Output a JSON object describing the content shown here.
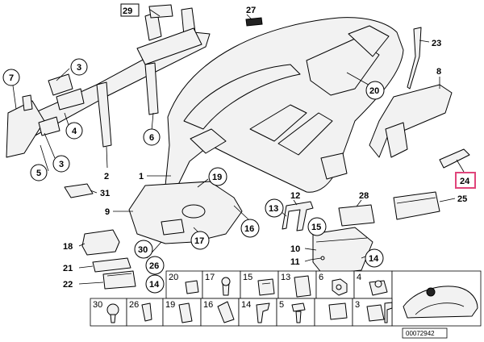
{
  "callouts": {
    "c29": "29",
    "c27": "27",
    "c23": "23",
    "c7": "7",
    "c3a": "3",
    "c4": "4",
    "c3b": "3",
    "c5": "5",
    "c2": "2",
    "c6": "6",
    "c20": "20",
    "c8": "8",
    "c24": "24",
    "c25": "25",
    "c1": "1",
    "c19": "19",
    "c31": "31",
    "c9": "9",
    "c16": "16",
    "c12": "12",
    "c13": "13",
    "c28": "28",
    "c15": "15",
    "c17": "17",
    "c18": "18",
    "c30": "30",
    "c10": "10",
    "c11": "11",
    "c14": "14",
    "c21": "21",
    "c26": "26",
    "c22": "22",
    "c14b": "14"
  },
  "grid": {
    "row1": [
      "20",
      "17",
      "15",
      "13",
      "6",
      "",
      "4"
    ],
    "row2": [
      "30",
      "26",
      "19",
      "",
      "16",
      "14",
      "5",
      "",
      "3"
    ]
  },
  "highlight_color": "#e0457b",
  "catalog_number": "00072942"
}
